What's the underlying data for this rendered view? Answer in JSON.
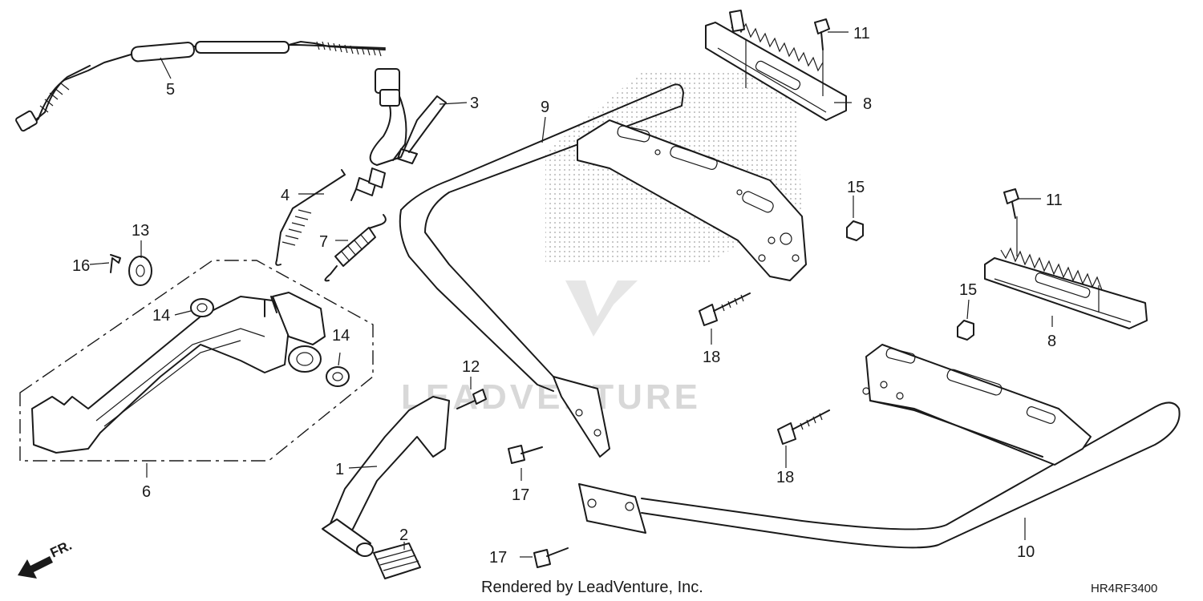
{
  "diagram": {
    "callouts": [
      {
        "id": "c1",
        "text": "1"
      },
      {
        "id": "c2",
        "text": "2"
      },
      {
        "id": "c3",
        "text": "3"
      },
      {
        "id": "c4",
        "text": "4"
      },
      {
        "id": "c5",
        "text": "5"
      },
      {
        "id": "c6",
        "text": "6"
      },
      {
        "id": "c7",
        "text": "7"
      },
      {
        "id": "c8a",
        "text": "8"
      },
      {
        "id": "c8b",
        "text": "8"
      },
      {
        "id": "c9",
        "text": "9"
      },
      {
        "id": "c10",
        "text": "10"
      },
      {
        "id": "c11a",
        "text": "11"
      },
      {
        "id": "c11b",
        "text": "11"
      },
      {
        "id": "c12",
        "text": "12"
      },
      {
        "id": "c13",
        "text": "13"
      },
      {
        "id": "c14a",
        "text": "14"
      },
      {
        "id": "c14b",
        "text": "14"
      },
      {
        "id": "c15a",
        "text": "15"
      },
      {
        "id": "c15b",
        "text": "15"
      },
      {
        "id": "c16",
        "text": "16"
      },
      {
        "id": "c17a",
        "text": "17"
      },
      {
        "id": "c17b",
        "text": "17"
      },
      {
        "id": "c18a",
        "text": "18"
      },
      {
        "id": "c18b",
        "text": "18"
      }
    ],
    "direction_label": "FR.",
    "watermark": "LEADVENTURE",
    "footer_text": "Rendered by LeadVenture, Inc.",
    "diagram_code": "HR4RF3400",
    "colors": {
      "line": "#1a1a1a",
      "watermark": "#d8d8d8",
      "background": "#ffffff"
    }
  }
}
